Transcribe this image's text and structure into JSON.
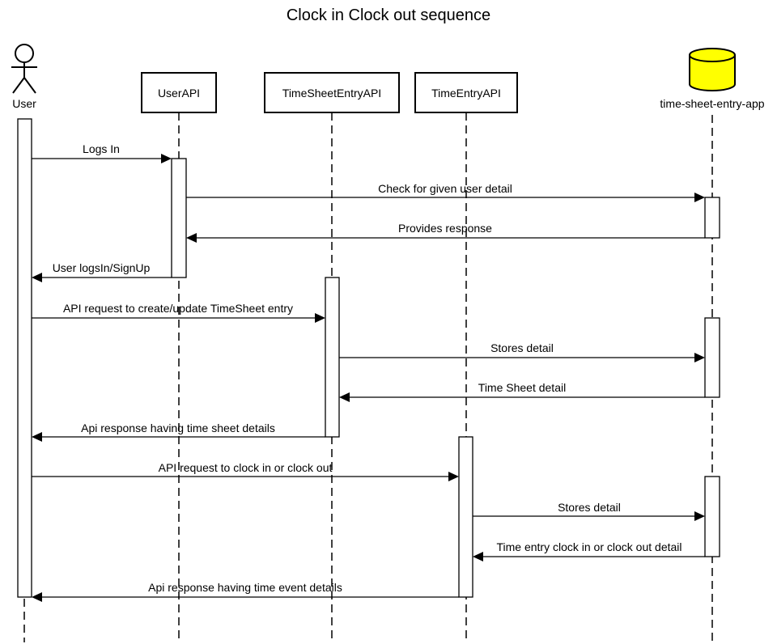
{
  "title": "Clock in Clock out sequence",
  "participants": [
    {
      "id": "user",
      "label": "User",
      "kind": "actor"
    },
    {
      "id": "userapi",
      "label": "UserAPI",
      "kind": "box"
    },
    {
      "id": "tsapi",
      "label": "TimeSheetEntryAPI",
      "kind": "box"
    },
    {
      "id": "teapi",
      "label": "TimeEntryAPI",
      "kind": "box"
    },
    {
      "id": "app",
      "label": "time-sheet-entry-app",
      "kind": "database"
    }
  ],
  "messages": [
    {
      "from": "user",
      "to": "userapi",
      "label": "Logs In"
    },
    {
      "from": "userapi",
      "to": "app",
      "label": "Check for given user detail"
    },
    {
      "from": "app",
      "to": "userapi",
      "label": "Provides response"
    },
    {
      "from": "userapi",
      "to": "user",
      "label": "User logsIn/SignUp"
    },
    {
      "from": "user",
      "to": "tsapi",
      "label": "API request to create/update TimeSheet entry"
    },
    {
      "from": "tsapi",
      "to": "app",
      "label": "Stores detail"
    },
    {
      "from": "app",
      "to": "tsapi",
      "label": "Time Sheet detail"
    },
    {
      "from": "tsapi",
      "to": "user",
      "label": "Api response having time sheet details"
    },
    {
      "from": "user",
      "to": "teapi",
      "label": "API request to clock in or clock out"
    },
    {
      "from": "teapi",
      "to": "app",
      "label": "Stores detail"
    },
    {
      "from": "app",
      "to": "teapi",
      "label": "Time entry clock in or clock out detail"
    },
    {
      "from": "teapi",
      "to": "user",
      "label": "Api response having time event details"
    }
  ],
  "colors": {
    "database_fill": "#ffff00",
    "line": "#000000"
  }
}
